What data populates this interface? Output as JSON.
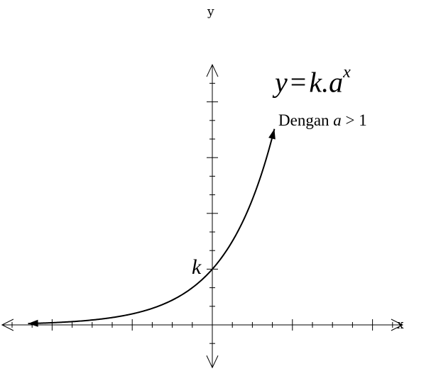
{
  "chart_data": {
    "type": "line",
    "title": "",
    "xlabel": "x",
    "ylabel": "y",
    "xlim": [
      -10.5,
      9.5
    ],
    "ylim": [
      -2.3,
      14
    ],
    "grid": false,
    "series": [
      {
        "function": "y = k * a^x",
        "k": 3,
        "a": 1.5,
        "x_range": [
          -9.2,
          3.1
        ],
        "arrowheads": [
          "left",
          "top"
        ]
      }
    ],
    "annotations": {
      "equation": {
        "y": "y",
        "eq": "=",
        "k": "k",
        "dot": ".",
        "a": "a",
        "exp": "x"
      },
      "condition": {
        "word": "Dengan",
        "var": "a",
        "rel": "> 1"
      },
      "y_intercept_label": "k"
    }
  }
}
